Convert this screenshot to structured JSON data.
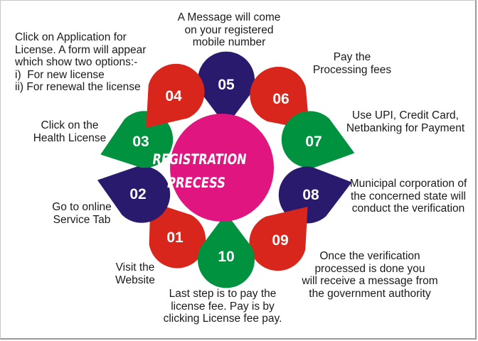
{
  "title": {
    "line1": "REGISTRATION",
    "line2": "PRECESS",
    "circle_color": "#e0157f",
    "text_color": "#ffffff"
  },
  "colors": {
    "red": "#d9261c",
    "green": "#00923f",
    "navy": "#2a1a6e"
  },
  "steps": [
    {
      "num": "01",
      "color": "#d9261c",
      "text": "Visit the\nWebsite"
    },
    {
      "num": "02",
      "color": "#2a1a6e",
      "text": "Go to online\nService Tab"
    },
    {
      "num": "03",
      "color": "#00923f",
      "text": "Click on the\nHealth License"
    },
    {
      "num": "04",
      "color": "#d9261c",
      "text": "Click on Application for\nLicense. A form will appear\nwhich show two options:-\ni)  For new license\nii) For renewal the license"
    },
    {
      "num": "05",
      "color": "#2a1a6e",
      "text": "A Message will come\non your registered\nmobile number"
    },
    {
      "num": "06",
      "color": "#d9261c",
      "text": "Pay the\nProcessing fees"
    },
    {
      "num": "07",
      "color": "#00923f",
      "text": "Use UPI, Credit Card,\nNetbanking for Payment"
    },
    {
      "num": "08",
      "color": "#2a1a6e",
      "text": "Municipal corporation of\nthe concerned state will\nconduct the verification"
    },
    {
      "num": "09",
      "color": "#d9261c",
      "text": "Once the verification\nprocessed is done you\nwill receive a message from\nthe government authority"
    },
    {
      "num": "10",
      "color": "#00923f",
      "text": "Last step is to pay the\nlicense fee. Pay is by\nclicking License fee pay."
    }
  ]
}
